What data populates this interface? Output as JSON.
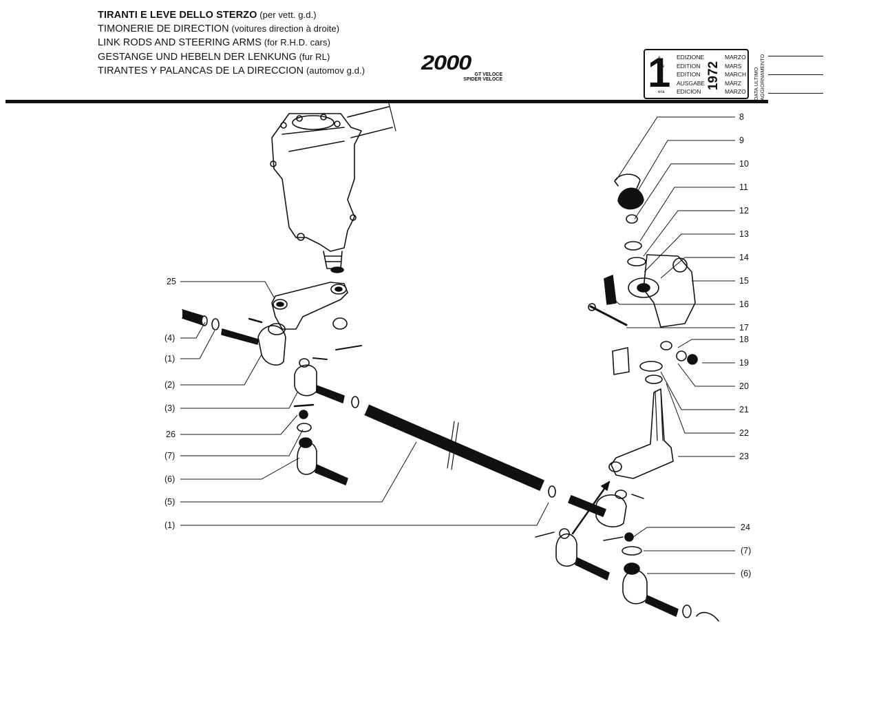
{
  "header": {
    "titles": [
      {
        "main": "TIRANTI E LEVE DELLO STERZO",
        "note": " (per vett. g.d.)"
      },
      {
        "main": "TIMONERIE DE DIRECTION",
        "note": " (voitures direction à droite)"
      },
      {
        "main": "LINK RODS AND STEERING ARMS",
        "note": " (for R.H.D. cars)"
      },
      {
        "main": "GESTANGE UND HEBELN DER LENKUNG",
        "note": " (fur RL)"
      },
      {
        "main": "TIRANTES Y PALANCAS DE LA DIRECCION",
        "note": " (automov g.d.)"
      }
    ],
    "logo": "2000",
    "logo_sub1": "GT VELOCE",
    "logo_sub2": "SPIDER VELOCE"
  },
  "edition": {
    "number": "1",
    "suffixes": [
      "a",
      "ère",
      "st",
      ".",
      "era"
    ],
    "labels": [
      "EDIZIONE",
      "EDITION",
      "EDITION",
      "AUSGABE",
      "EDICION"
    ],
    "year": "1972",
    "months": [
      "MARZO",
      "MARS",
      "MARCH",
      "MÄRZ",
      "MARZO"
    ],
    "update_label_1": "DATA ULTIMO",
    "update_label_2": "AGGIORNAMENTO"
  },
  "callouts": {
    "right": [
      "8",
      "9",
      "10",
      "11",
      "12",
      "13",
      "14",
      "15",
      "16",
      "17",
      "18",
      "19",
      "20",
      "21",
      "22",
      "23",
      "24",
      "(7)",
      "(6)"
    ],
    "left": [
      "25",
      "(4)",
      "(1)",
      "(2)",
      "(3)",
      "26",
      "(7)",
      "(6)",
      "(5)",
      "(1)"
    ]
  },
  "colors": {
    "ink": "#111111",
    "paper": "#ffffff"
  }
}
